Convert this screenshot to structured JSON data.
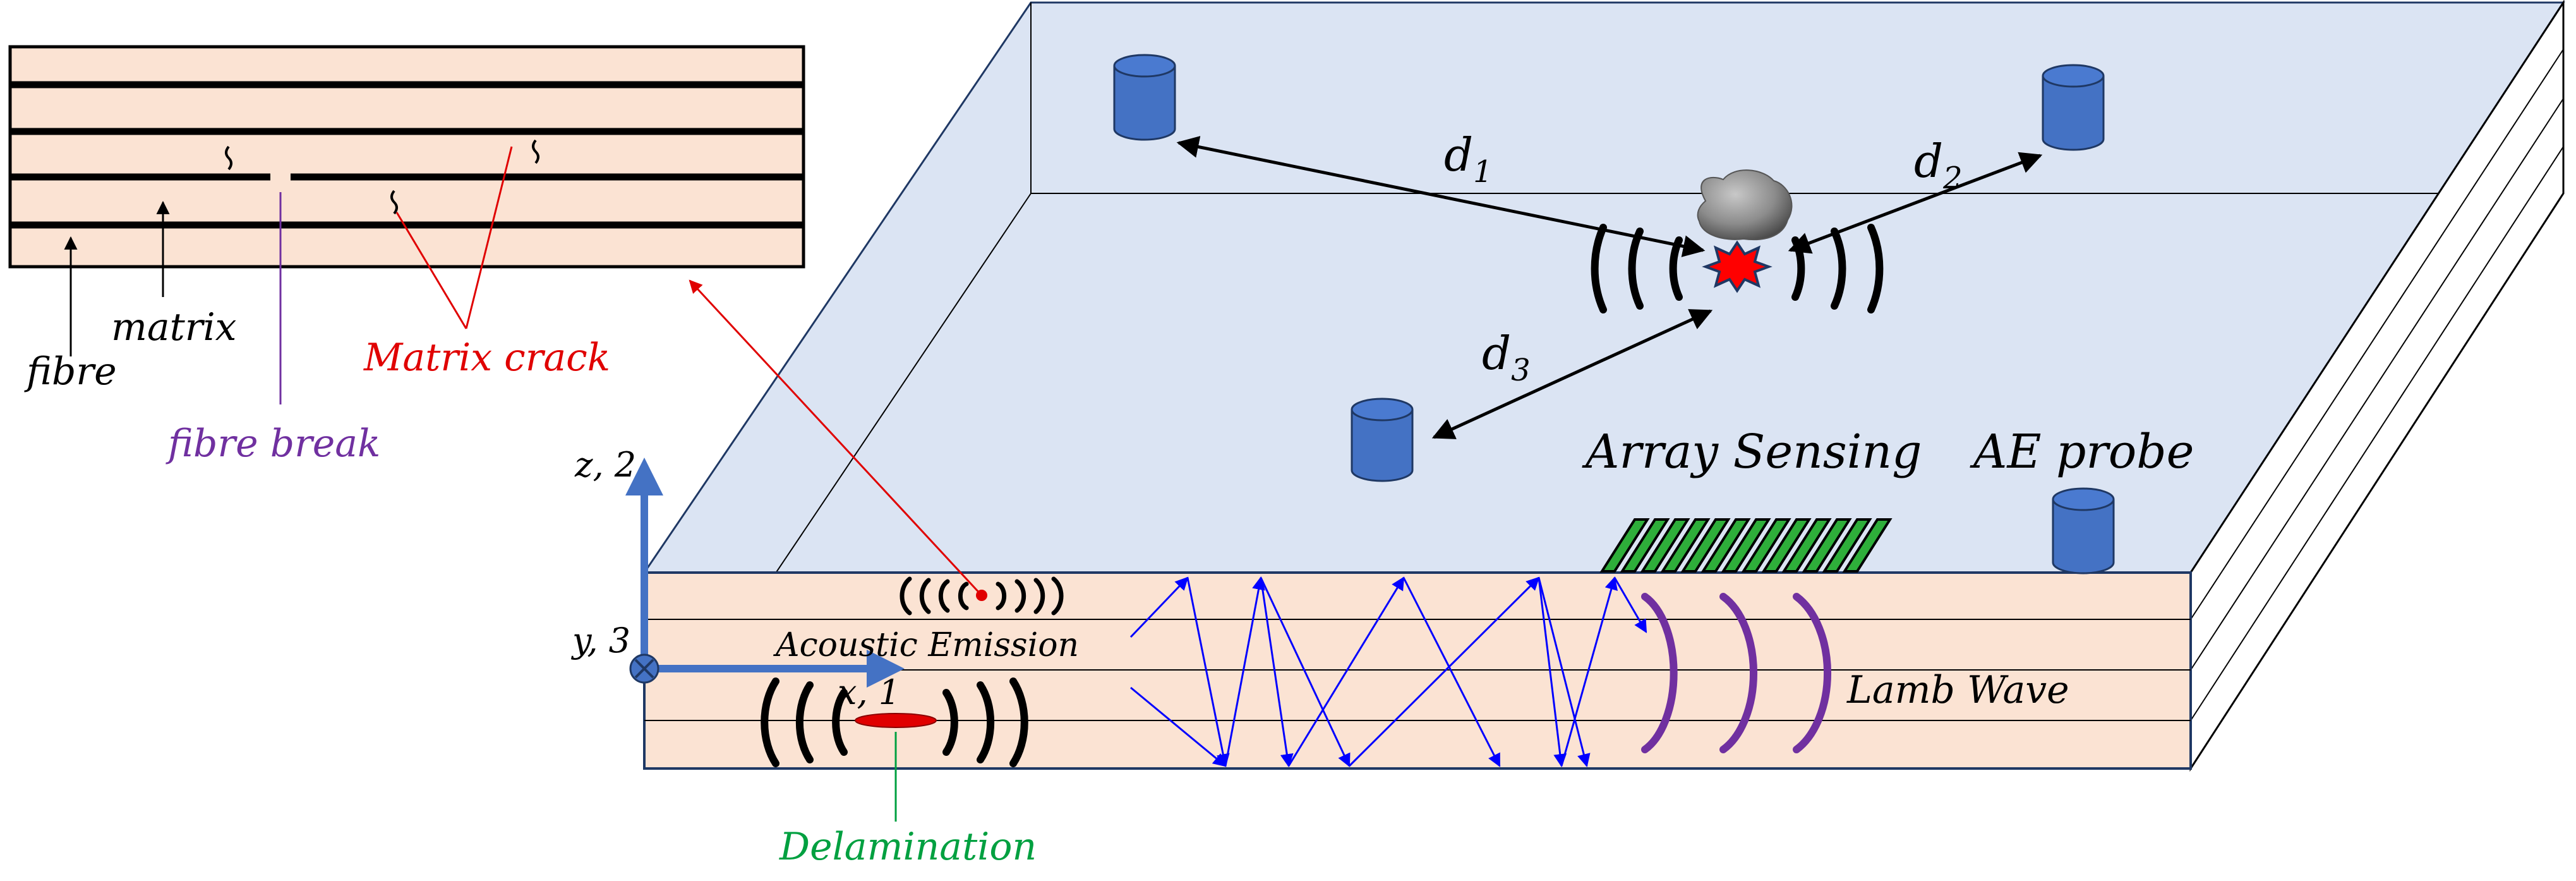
{
  "labels": {
    "fibre": "fibre",
    "matrix": "matrix",
    "matrix_crack": "Matrix crack",
    "fibre_break": "fibre break",
    "acoustic_emission": "Acoustic Emission",
    "delamination": "Delamination",
    "array_sensing": "Array Sensing",
    "ae_probe": "AE probe",
    "lamb_wave": "Lamb Wave",
    "d1_base": "d",
    "d1_sub": "1",
    "d2_base": "d",
    "d2_sub": "2",
    "d3_base": "d",
    "d3_sub": "3"
  },
  "axes": {
    "z": "z, 2",
    "y": "y, 3",
    "x": "x, 1"
  },
  "colors": {
    "plate_top": "#dbe4f3",
    "laminate": "#fbe3d3",
    "sensor": "#4472c4",
    "sensor_stroke": "#1f3864",
    "axis": "#4472c4",
    "crack_red": "#e00000",
    "break_purple": "#7030a0",
    "delam_green": "#00a040",
    "wave_blue": "#0000ff",
    "lamb_purple": "#7030a0",
    "array_green": "#2eae3a",
    "impact_red": "#ff0000",
    "rock": "#8a8a8a"
  },
  "icons": {
    "sensor": "cylinder-sensor-icon",
    "impact": "impact-burst-icon",
    "rock": "rock-icon",
    "axis_y": "out-of-plane-axis-icon"
  }
}
